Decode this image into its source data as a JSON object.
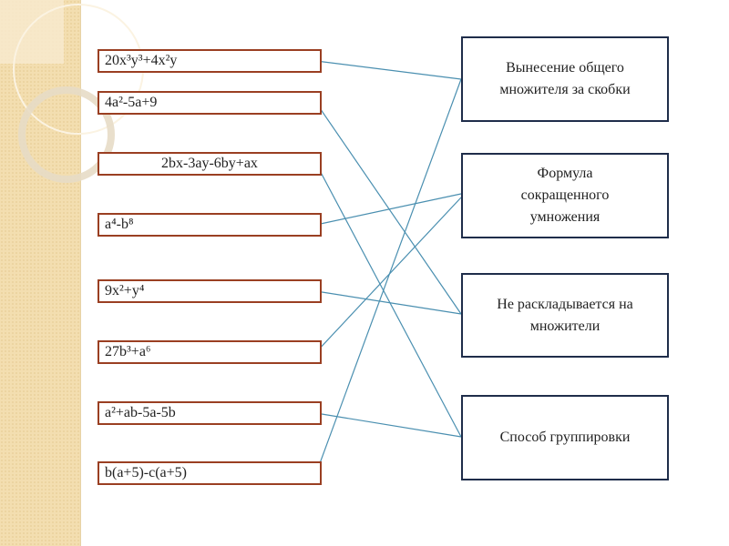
{
  "expressions": [
    {
      "text": "20x³y³+4x²y",
      "target": 0
    },
    {
      "text": "4a²-5a+9",
      "target": 2
    },
    {
      "text": "2bx-3ay-6by+ax",
      "target": 3
    },
    {
      "text": "a⁴-b⁸",
      "target": 1
    },
    {
      "text": "9x²+y⁴",
      "target": 2
    },
    {
      "text": "27b³+a⁶",
      "target": 1
    },
    {
      "text": "a²+ab-5a-5b",
      "target": 3
    },
    {
      "text": "b(a+5)-c(a+5)",
      "target": 0
    }
  ],
  "methods": [
    {
      "text": "Вынесение общего множителя за скобки"
    },
    {
      "text": "Формула сокращенного умножения"
    },
    {
      "text": "Не раскладывается на множители"
    },
    {
      "text": "Способ группировки"
    }
  ],
  "colors": {
    "line": "#4a8fb0",
    "left_border": "#9a3f22",
    "right_border": "#1f2d4a"
  }
}
